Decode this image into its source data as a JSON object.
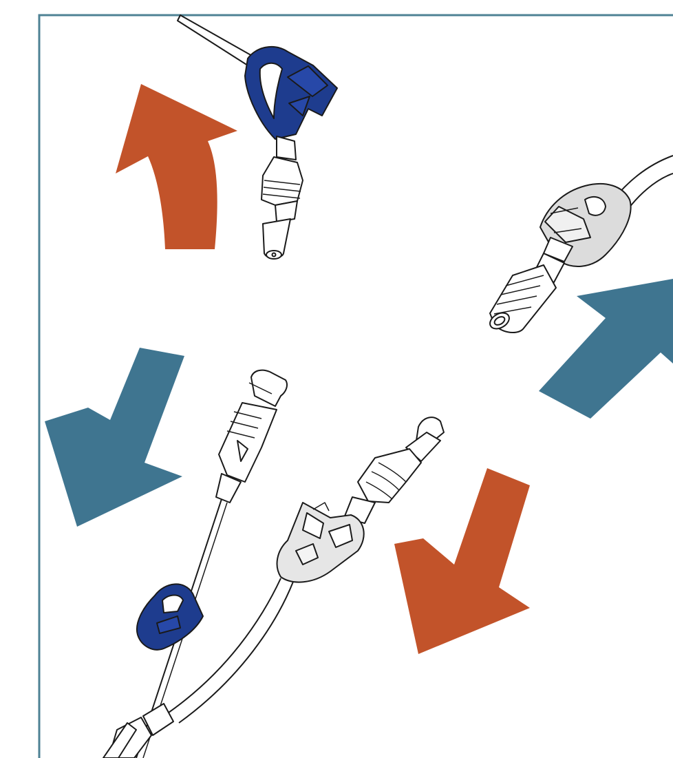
{
  "diagram": {
    "colors": {
      "orange_arrow": "#C2532A",
      "teal_arrow": "#3F7590",
      "navy_clamp": "#1E3C8E",
      "frame": "#4E8294",
      "line": "#1a1a1a",
      "grey_clamp": "#dcdcdc",
      "background": "#ffffff"
    },
    "components": [
      {
        "name": "upper-tube-with-navy-clamp",
        "clamp_color": "navy"
      },
      {
        "name": "right-tube-with-grey-clamp",
        "clamp_color": "grey"
      },
      {
        "name": "lower-left-line-with-navy-clamp",
        "clamp_color": "navy"
      },
      {
        "name": "lower-center-line-with-white-clamp",
        "clamp_color": "white"
      }
    ],
    "arrows": [
      {
        "name": "orange-curved-arrow",
        "color": "orange",
        "direction": "up"
      },
      {
        "name": "teal-arrow-upper-right",
        "color": "teal",
        "direction": "up-right"
      },
      {
        "name": "teal-arrow-lower-left",
        "color": "teal",
        "direction": "down-left"
      },
      {
        "name": "orange-arrow-lower-left",
        "color": "orange",
        "direction": "down-left"
      }
    ]
  }
}
